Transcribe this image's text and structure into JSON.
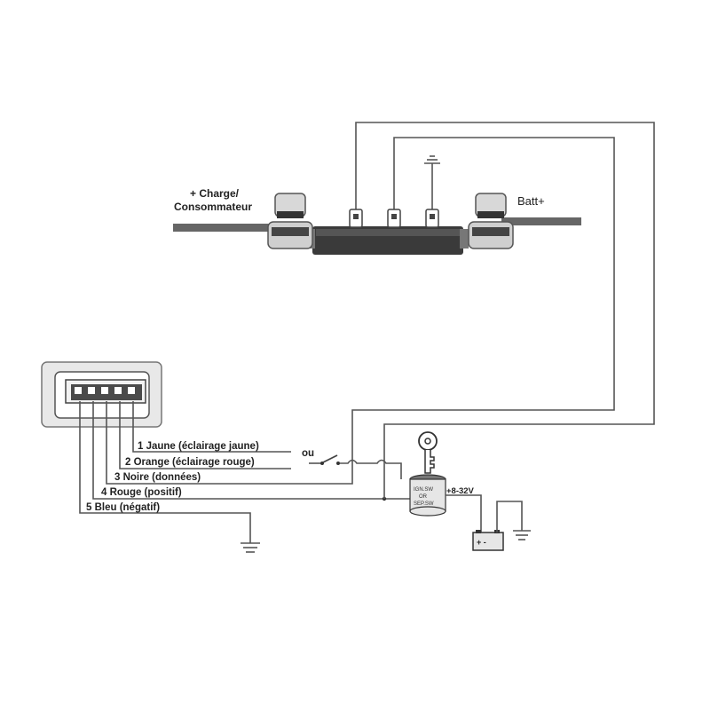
{
  "labels": {
    "charge_line1": "+ Charge/",
    "charge_line2": "Consommateur",
    "batt_plus": "Batt+",
    "ou": "ou",
    "voltage": "+8-32V",
    "battery_terminals": "+ -",
    "switch_lines": [
      "IGN.SW",
      "OR",
      "SEP.SW"
    ]
  },
  "wires": [
    {
      "number": "1",
      "label": "1 Jaune (éclairage jaune)"
    },
    {
      "number": "2",
      "label": "2 Orange (éclairage rouge)"
    },
    {
      "number": "3",
      "label": "3 Noire (données)"
    },
    {
      "number": "4",
      "label": "4 Rouge (positif)"
    },
    {
      "number": "5",
      "label": "5 Bleu (négatif)"
    }
  ],
  "colors": {
    "line": "#555555",
    "dark": "#2e2e2e",
    "panel": "#e8e8e8"
  },
  "icons": [
    "ground-symbol-icon",
    "key-icon",
    "battery-icon",
    "switch-icon"
  ]
}
